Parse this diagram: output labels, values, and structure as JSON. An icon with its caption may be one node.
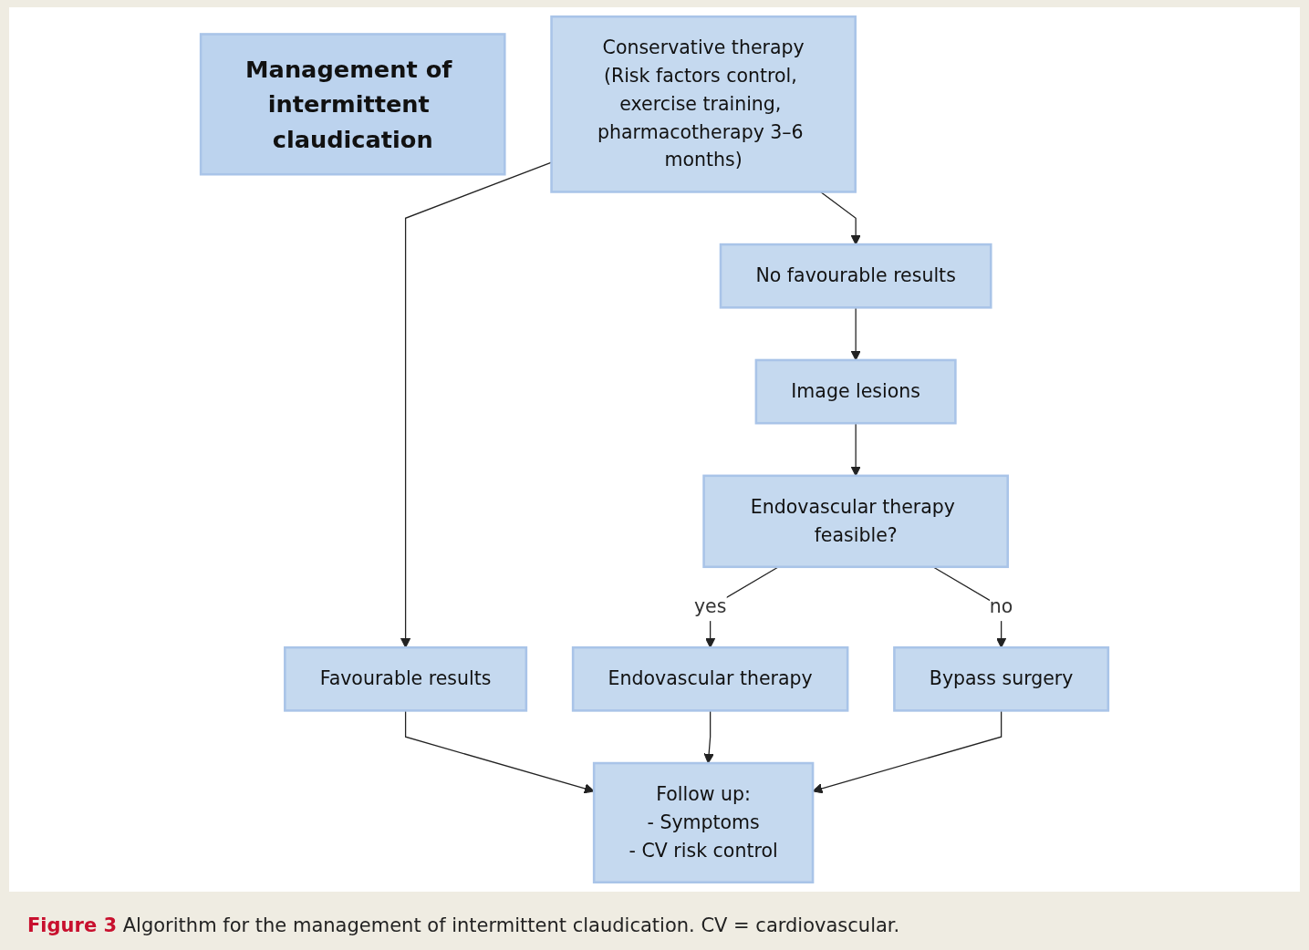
{
  "diagram": {
    "nodes": [
      {
        "text": [
          "Management of intermittent claudication"
        ]
      },
      {
        "text": [
          "Conservative therapy",
          "(Risk factors control, exercise training, pharmacotherapy 3–6 months)"
        ]
      },
      {
        "text": [
          "Favourable results"
        ]
      },
      {
        "text": [
          "No favourable results"
        ]
      },
      {
        "text": [
          "Image lesions"
        ]
      },
      {
        "text": [
          "Endovascular therapy feasible?"
        ]
      },
      {
        "text": [
          "Endovascular therapy"
        ]
      },
      {
        "text": [
          "Bypass surgery"
        ]
      },
      {
        "text": [
          "Follow up:",
          "- Symptoms",
          "- CV risk control"
        ]
      }
    ],
    "edges": [
      {
        "from": 1,
        "to": 2,
        "arrow": "to"
      },
      {
        "from": 1,
        "to": 3,
        "arrow": "to"
      },
      {
        "from": 3,
        "to": 4,
        "arrow": "to"
      },
      {
        "from": 4,
        "to": 5,
        "arrow": "to"
      },
      {
        "from": 5,
        "to": 6,
        "arrow": "to",
        "label": "yes"
      },
      {
        "from": 5,
        "to": 7,
        "arrow": "to",
        "label": "no"
      },
      {
        "from": 6,
        "to": 8,
        "arrow": "to"
      },
      {
        "from": 2,
        "to": 8,
        "arrow": "to"
      },
      {
        "from": 7,
        "to": 8,
        "arrow": "to"
      }
    ],
    "caption": "**Figure 3** Algorithm for the management of intermittent claudication. CV = cardiovascular."
  }
}
